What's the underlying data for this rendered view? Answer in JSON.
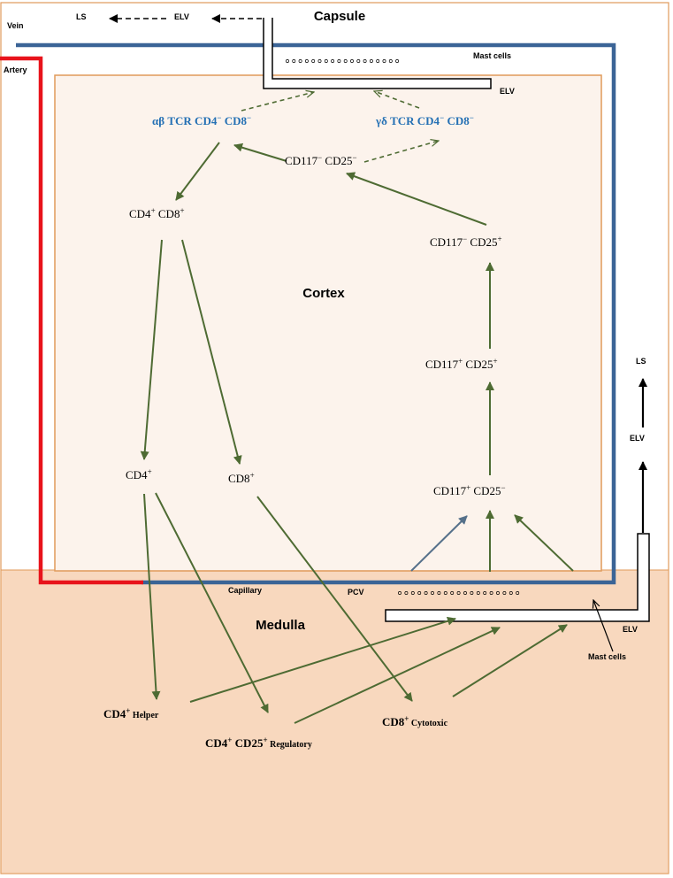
{
  "colors": {
    "vein": "#3b6496",
    "artery": "#e8131b",
    "capsule_border": "#e09a5a",
    "cortex_fill": "#fcf3ec",
    "medulla_fill": "#f8d8be",
    "arrow_green": "#4e6b33",
    "arrow_blue_gray": "#55708a",
    "tcr_blue": "#2470b4",
    "text": "#000000"
  },
  "regions": {
    "capsule": "Capsule",
    "cortex": "Cortex",
    "medulla": "Medulla"
  },
  "vessels": {
    "vein": "Vein",
    "artery": "Artery",
    "capillary": "Capillary",
    "pcv": "PCV",
    "ls_top": "LS",
    "elv_top": "ELV",
    "elv_capsule": "ELV",
    "mast_cells_top": "Mast cells",
    "ls_right": "LS",
    "elv_right": "ELV",
    "elv_medulla": "ELV",
    "mast_cells_bottom": "Mast cells"
  },
  "cells": {
    "ab_tcr": {
      "base": "αβ TCR CD4",
      "sup1": "−",
      "mid": " CD8",
      "sup2": "−"
    },
    "gd_tcr": {
      "base": "γδ TCR CD4",
      "sup1": "−",
      "mid": " CD8",
      "sup2": "−"
    },
    "cd117neg_cd25neg": {
      "base": "CD117",
      "sup1": "−",
      "mid": " CD25",
      "sup2": "−"
    },
    "cd117neg_cd25pos": {
      "base": "CD117",
      "sup1": "−",
      "mid": " CD25",
      "sup2": "+"
    },
    "cd117pos_cd25pos": {
      "base": "CD117",
      "sup1": "+",
      "mid": " CD25",
      "sup2": "+"
    },
    "cd117pos_cd25neg": {
      "base": "CD117",
      "sup1": "+",
      "mid": " CD25",
      "sup2": "−"
    },
    "cd4_cd8": {
      "base": "CD4",
      "sup1": "+",
      "mid": " CD8",
      "sup2": "+"
    },
    "cd4": {
      "base": "CD4",
      "sup1": "+"
    },
    "cd8": {
      "base": "CD8",
      "sup1": "+"
    },
    "cd4_helper": {
      "base": "CD4",
      "sup1": "+",
      "small": " Helper"
    },
    "cd4_cd25_reg": {
      "base": "CD4",
      "sup1": "+",
      "mid": " CD25",
      "sup2": "+",
      "small": " Regulatory"
    },
    "cd8_cytotoxic": {
      "base": "CD8",
      "sup1": "+",
      "small": " Cytotoxic"
    }
  }
}
